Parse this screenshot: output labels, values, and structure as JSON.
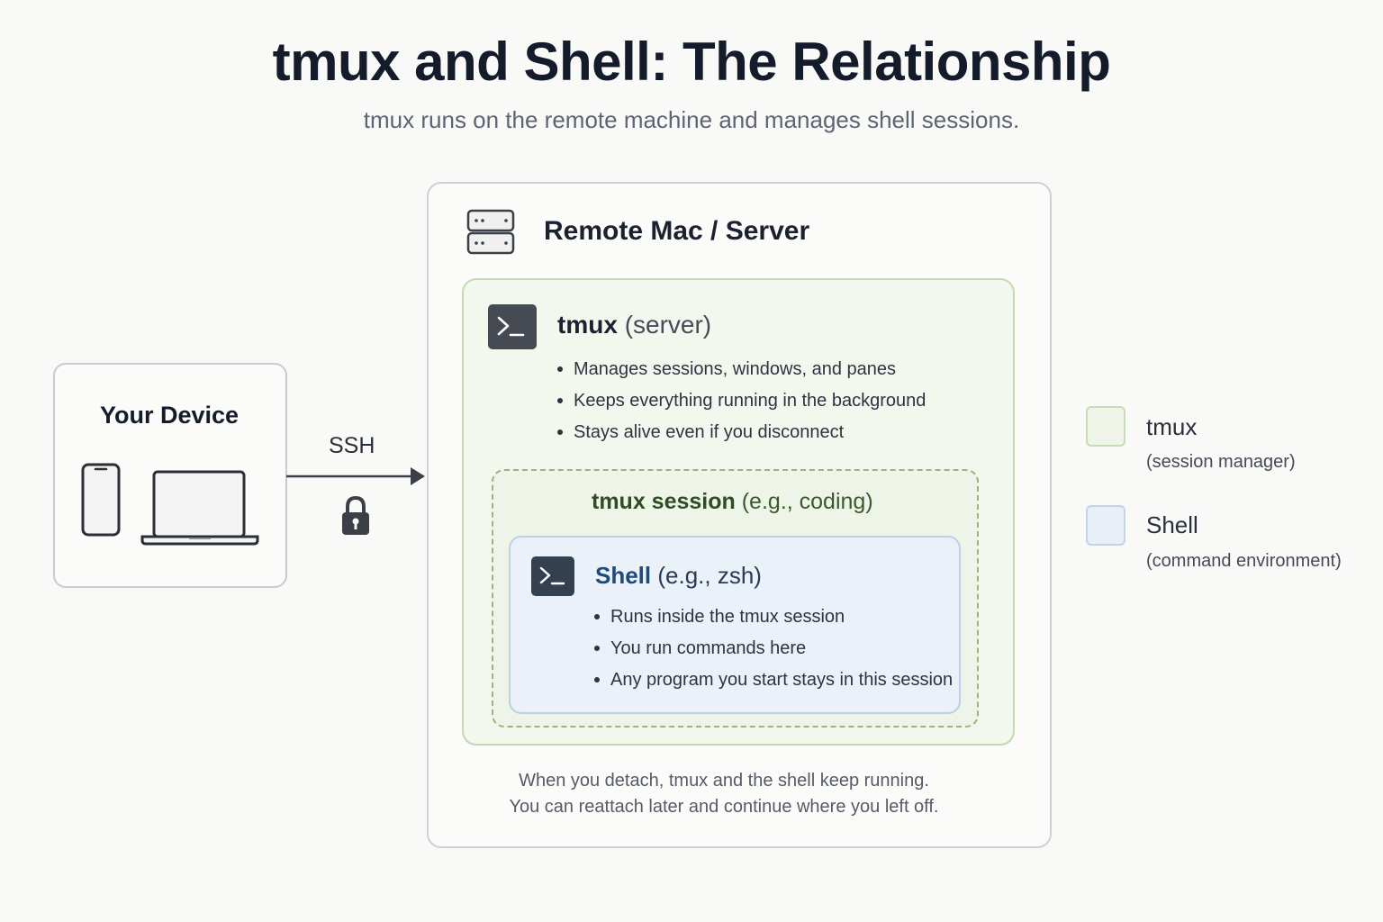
{
  "header": {
    "title": "tmux and Shell: The Relationship",
    "subtitle": "tmux runs on the remote machine and manages shell sessions."
  },
  "device": {
    "title": "Your Device",
    "icons": [
      "phone-icon",
      "laptop-icon"
    ]
  },
  "connection": {
    "label": "SSH",
    "icons": [
      "arrow-right-icon",
      "lock-icon"
    ]
  },
  "remote": {
    "title": "Remote Mac / Server",
    "icon": "server-icon",
    "tmux": {
      "name": "tmux",
      "qualifier": "(server)",
      "icon": "terminal-icon",
      "bullets": [
        "Manages sessions, windows, and panes",
        "Keeps everything running in the background",
        "Stays alive even if you disconnect"
      ],
      "session": {
        "name": "tmux session",
        "qualifier": "(e.g., coding)",
        "shell": {
          "name": "Shell",
          "qualifier": "(e.g., zsh)",
          "icon": "terminal-icon",
          "bullets": [
            "Runs inside the tmux session",
            "You run commands here",
            "Any program you start stays in this session"
          ]
        }
      }
    },
    "footnote": [
      "When you detach, tmux and the shell keep running.",
      "You can reattach later and continue where you left off."
    ]
  },
  "legend": [
    {
      "name": "tmux",
      "description": "(session manager)",
      "color": "#eef5e8"
    },
    {
      "name": "Shell",
      "description": "(command environment)",
      "color": "#e9eff8"
    }
  ],
  "colors": {
    "tmux_border": "#c3dab0",
    "session_border": "#9bb37f",
    "shell_border": "#bcd0e4",
    "shell_accent": "#1f4a7c",
    "session_accent": "#2f4d22"
  }
}
